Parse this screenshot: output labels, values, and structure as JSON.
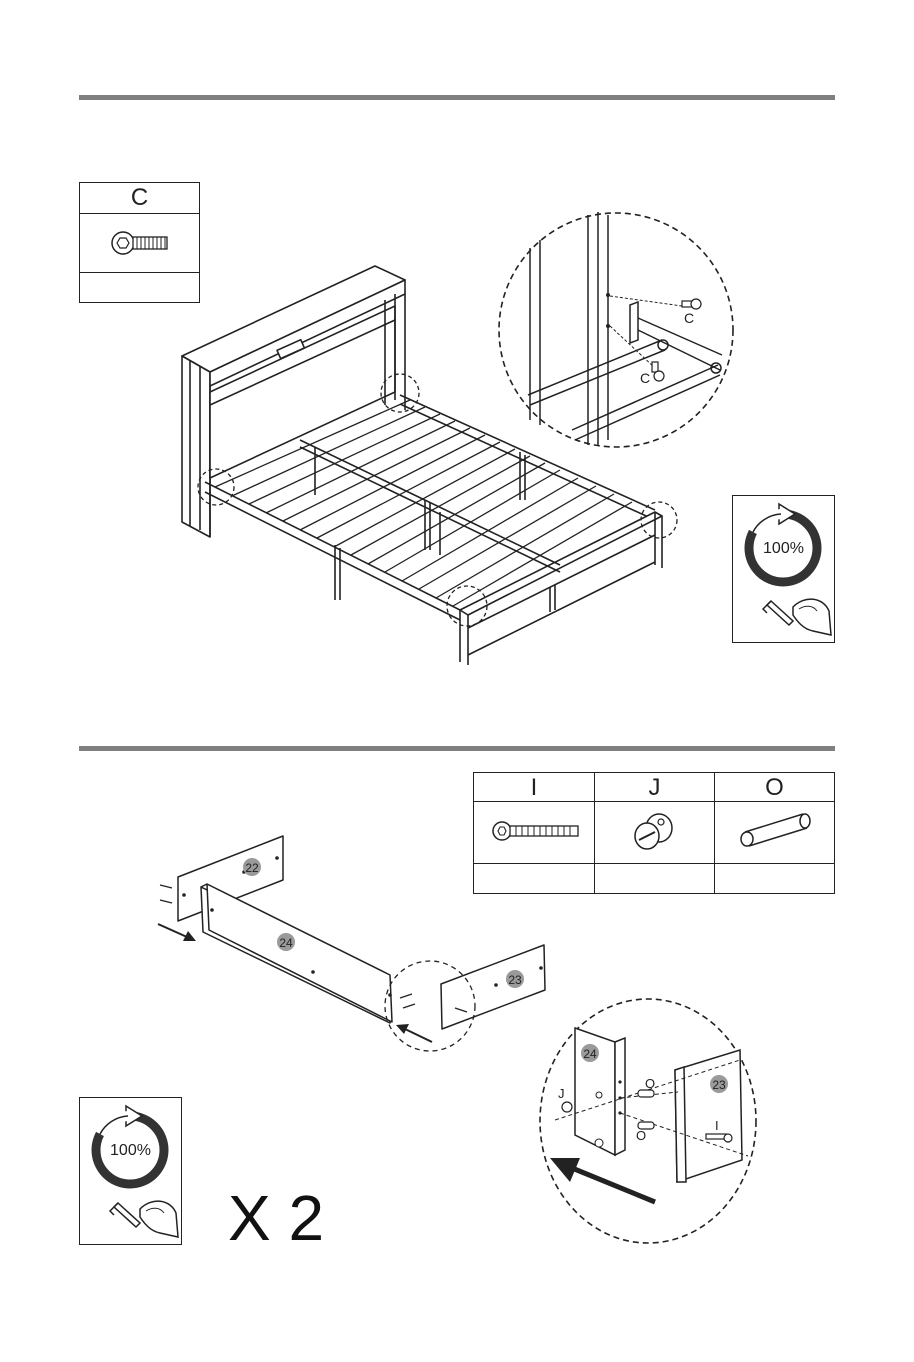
{
  "upper_step": {
    "part_box": {
      "label": "C",
      "quantity": ""
    },
    "detail_labels": [
      "C",
      "C"
    ],
    "tool_percent": "100%"
  },
  "lower_step": {
    "parts_table": {
      "headers": [
        "I",
        "J",
        "O"
      ],
      "quantities": [
        "",
        "",
        ""
      ]
    },
    "panel_labels": {
      "left_end": "22",
      "long_rail": "24",
      "right_end": "23"
    },
    "detail_labels": {
      "panel_a": "24",
      "panel_b": "23",
      "dowel_top": "O",
      "dowel_bottom": "O",
      "cam_lock": "J",
      "bolt": "I"
    },
    "tool_percent": "100%",
    "repeat": "X 2"
  },
  "colors": {
    "rule": "#808080",
    "line": "#222222",
    "badge": "#9a9a9a"
  },
  "icons": [
    "hex-bolt-icon",
    "cam-lock-icon",
    "dowel-icon",
    "rotation-arrow-icon",
    "allen-key-hand-icon"
  ]
}
